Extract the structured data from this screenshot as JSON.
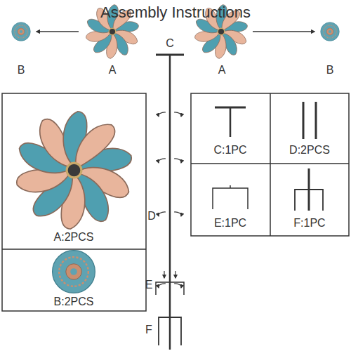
{
  "diagram": {
    "title": "Assembly Instructions",
    "labels": [
      "B",
      "A",
      "C",
      "A",
      "B",
      "D",
      "E",
      "F",
      "A:2PCS",
      "B:2PCS",
      "C:1PC",
      "D:2PCS",
      "E:1PC",
      "F:1PC"
    ]
  }
}
